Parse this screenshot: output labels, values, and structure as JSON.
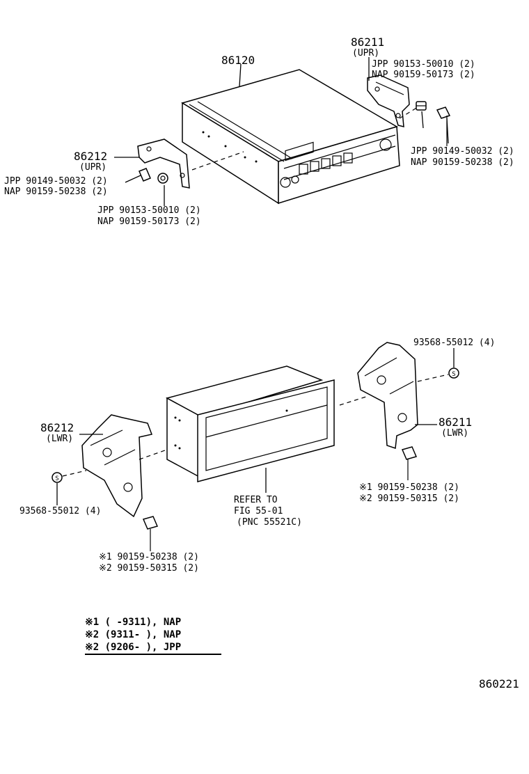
{
  "labels": {
    "p86120": "86120",
    "p86211_upr": "86211",
    "upr_a": "(UPR)",
    "upr_b": "(UPR)",
    "top_right_jpp_1": "JPP 90153-50010 (2)",
    "top_right_nap_1": "NAP 90159-50173 (2)",
    "top_right_jpp_2": "JPP  90149-50032 (2)",
    "top_right_nap_2": "NAP 90159-50238 (2)",
    "p86212_upr": "86212",
    "top_left_jpp_1": "JPP 90149-50032 (2)",
    "top_left_nap_1": "NAP 90159-50238 (2)",
    "top_left_jpp_2": "JPP     90153-50010 (2)",
    "top_left_nap_2": "NAP     90159-50173 (2)",
    "right_clip": "93568-55012 (4)",
    "p86211_lwr": "86211",
    "lwr_a": "(LWR)",
    "lwr_b": "(LWR)",
    "right_bolt_1": "※1 90159-50238 (2)",
    "right_bolt_2": "※2 90159-50315 (2)",
    "p86212_lwr": "86212",
    "left_clip": "93568-55012 (4)",
    "refer_1": "REFER TO",
    "refer_2": "FIG 55-01",
    "refer_3": "(PNC 55521C)",
    "left_bolt_1": "※1 90159-50238 (2)",
    "left_bolt_2": "※2 90159-50315 (2)",
    "note_1": "※1 (      -9311), NAP",
    "note_2": "※2 (9311-        ), NAP",
    "note_3": "※2 (9206-       ), JPP",
    "figure_number": "860221"
  }
}
